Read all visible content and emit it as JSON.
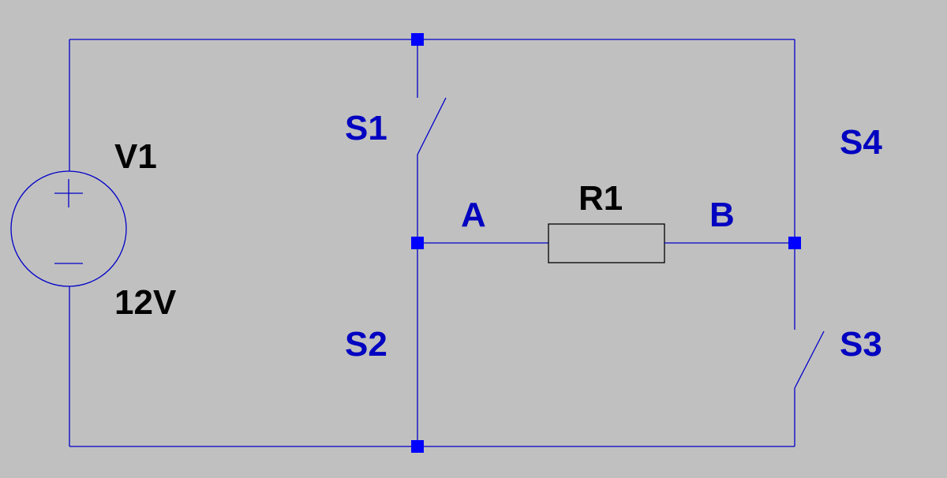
{
  "source": {
    "name": "V1",
    "value": "12V"
  },
  "resistor": {
    "name": "R1"
  },
  "nodes": {
    "a": "A",
    "b": "B"
  },
  "switches": {
    "s1": "S1",
    "s2": "S2",
    "s3": "S3",
    "s4": "S4"
  },
  "colors": {
    "background": "#c0c0c0",
    "wire": "#0000c8",
    "junction": "#0000ff",
    "label_blue": "#0000c0",
    "component": "#000000"
  }
}
